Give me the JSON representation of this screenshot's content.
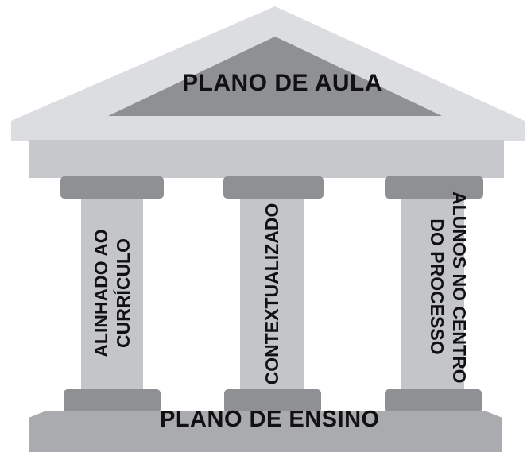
{
  "diagram": {
    "roof_label": "PLANO DE AULA",
    "base_label": "PLANO DE ENSINO",
    "columns": [
      {
        "line1": "ALINHADO AO",
        "line2": "CURRÍCULO"
      },
      {
        "line1": "CONTEXTUALIZADO",
        "line2": ""
      },
      {
        "line1": "ALUNOS NO CENTRO",
        "line2": "DO PROCESSO"
      }
    ]
  },
  "colors": {
    "roof_outer": "#dcdde0",
    "roof_inner": "#8c8e92",
    "entablature": "#c6c8cb",
    "capital": "#8e9094",
    "shaft": "#c3c5c8",
    "base": "#a7a9ac"
  }
}
